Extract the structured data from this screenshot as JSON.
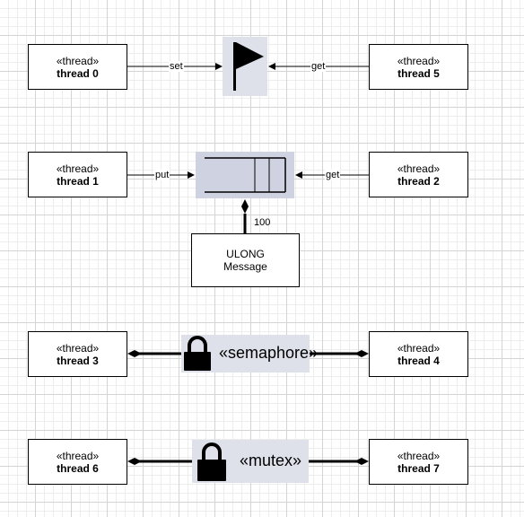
{
  "colors": {
    "icon_background": "#dfe1ea",
    "queue_background": "#cfd3e1",
    "line": "#000000",
    "grid": "#d4d4d4"
  },
  "threads": [
    {
      "id": "t0",
      "stereotype": "«thread»",
      "name": "thread 0"
    },
    {
      "id": "t5",
      "stereotype": "«thread»",
      "name": "thread 5"
    },
    {
      "id": "t1",
      "stereotype": "«thread»",
      "name": "thread 1"
    },
    {
      "id": "t2",
      "stereotype": "«thread»",
      "name": "thread 2"
    },
    {
      "id": "t3",
      "stereotype": "«thread»",
      "name": "thread 3"
    },
    {
      "id": "t4",
      "stereotype": "«thread»",
      "name": "thread 4"
    },
    {
      "id": "t6",
      "stereotype": "«thread»",
      "name": "thread 6"
    },
    {
      "id": "t7",
      "stereotype": "«thread»",
      "name": "thread 7"
    }
  ],
  "flag_edges": {
    "left_label": "set",
    "right_label": "get",
    "icon": "flag-icon"
  },
  "queue_edges": {
    "left_label": "put",
    "right_label": "get",
    "icon": "queue-icon",
    "multiplicity": "100"
  },
  "message_node": {
    "line1": "ULONG",
    "line2": "Message"
  },
  "semaphore": {
    "icon": "lock-icon",
    "label": "«semaphore»"
  },
  "mutex": {
    "icon": "lock-icon",
    "label": "«mutex»"
  }
}
